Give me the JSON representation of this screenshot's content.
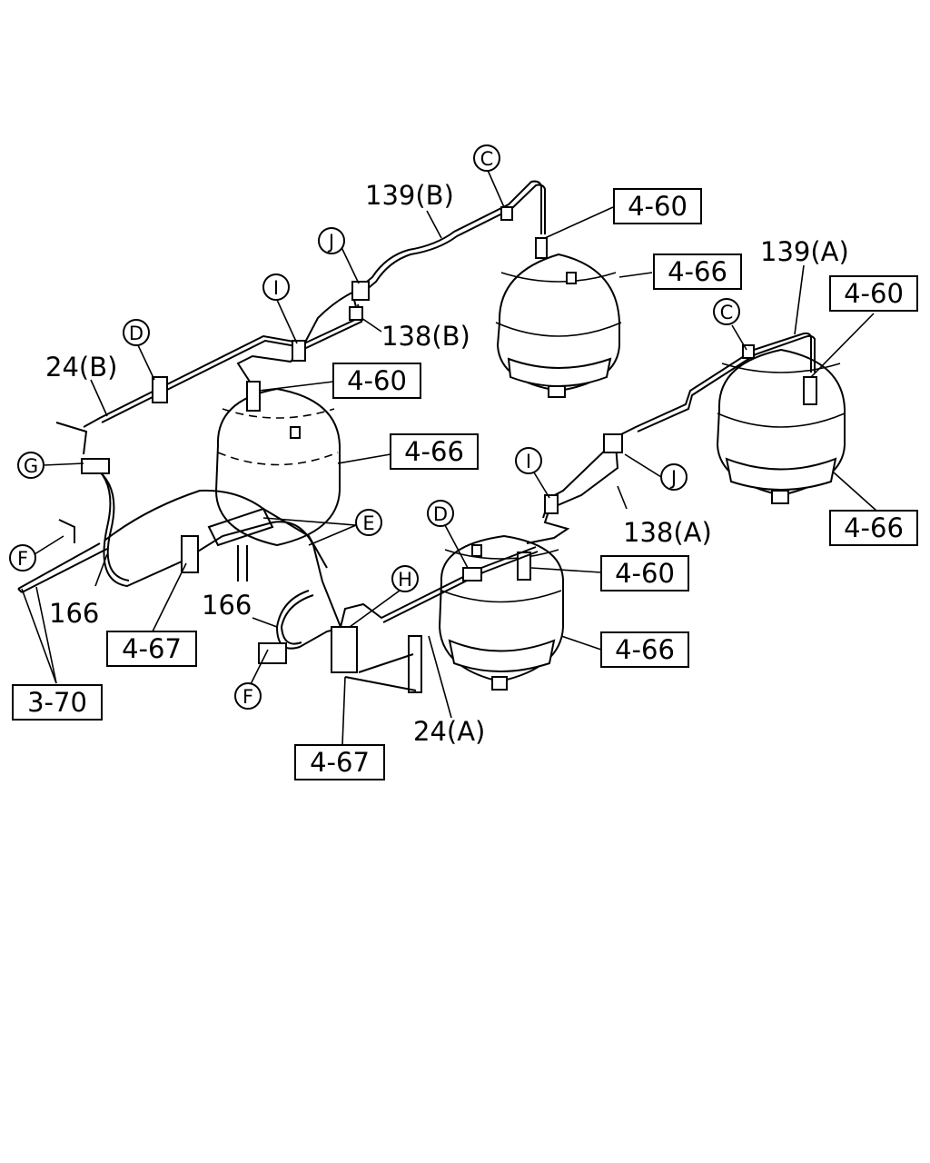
{
  "labels": {
    "l_139b": "139(B)",
    "l_139a": "139(A)",
    "l_138b": "138(B)",
    "l_138a": "138(A)",
    "l_24b": "24(B)",
    "l_24a": "24(A)",
    "l_166_left": "166",
    "l_166_mid": "166"
  },
  "ref_boxes": {
    "b_460_tr": "4-60",
    "b_466_tr": "4-66",
    "b_460_far": "4-60",
    "b_460_left": "4-60",
    "b_466_left": "4-66",
    "b_466_far": "4-66",
    "b_460_mid": "4-60",
    "b_466_mid": "4-66",
    "b_467_left": "4-67",
    "b_467_bottom": "4-67",
    "b_370": "3-70"
  },
  "callouts": {
    "c_C_top": "C",
    "c_J_top": "J",
    "c_I_top": "I",
    "c_D_top": "D",
    "c_C_right": "C",
    "c_G": "G",
    "c_E": "E",
    "c_I_mid": "I",
    "c_J_mid": "J",
    "c_D_mid": "D",
    "c_F_left": "F",
    "c_H": "H",
    "c_F_bottom": "F"
  }
}
